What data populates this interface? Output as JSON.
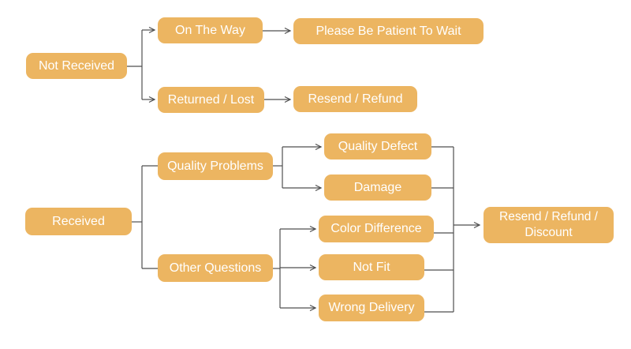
{
  "diagram": {
    "type": "flowchart",
    "topic": "After-sale resolution flow for received / not received orders",
    "colors": {
      "background": "#FFFFFF",
      "node_fill": "#ECB561",
      "node_text": "#FFFFFF",
      "connector": "#4F4F4F"
    },
    "nodes": {
      "not_received": {
        "label": "Not Received"
      },
      "on_the_way": {
        "label": "On The Way"
      },
      "please_wait": {
        "label": "Please Be Patient To Wait"
      },
      "returned_lost": {
        "label": "Returned / Lost"
      },
      "resend_refund": {
        "label": "Resend / Refund"
      },
      "received": {
        "label": "Received"
      },
      "quality_problems": {
        "label": "Quality Problems"
      },
      "other_questions": {
        "label": "Other Questions"
      },
      "quality_defect": {
        "label": "Quality Defect"
      },
      "damage": {
        "label": "Damage"
      },
      "color_difference": {
        "label": "Color Difference"
      },
      "not_fit": {
        "label": "Not Fit"
      },
      "wrong_delivery": {
        "label": "Wrong Delivery"
      },
      "resend_refund_discount": {
        "label": "Resend / Refund / Discount"
      }
    },
    "edges": [
      {
        "from": "not_received",
        "to": "on_the_way",
        "arrow": true
      },
      {
        "from": "not_received",
        "to": "returned_lost",
        "arrow": true
      },
      {
        "from": "on_the_way",
        "to": "please_wait",
        "arrow": true
      },
      {
        "from": "returned_lost",
        "to": "resend_refund",
        "arrow": true
      },
      {
        "from": "received",
        "to": "quality_problems",
        "arrow": false
      },
      {
        "from": "received",
        "to": "other_questions",
        "arrow": false
      },
      {
        "from": "quality_problems",
        "to": "quality_defect",
        "arrow": true
      },
      {
        "from": "quality_problems",
        "to": "damage",
        "arrow": true
      },
      {
        "from": "other_questions",
        "to": "color_difference",
        "arrow": true
      },
      {
        "from": "other_questions",
        "to": "not_fit",
        "arrow": true
      },
      {
        "from": "other_questions",
        "to": "wrong_delivery",
        "arrow": true
      },
      {
        "from": "quality_defect",
        "to": "resend_refund_discount",
        "arrow": true
      },
      {
        "from": "damage",
        "to": "resend_refund_discount",
        "arrow": true
      },
      {
        "from": "color_difference",
        "to": "resend_refund_discount",
        "arrow": true
      },
      {
        "from": "not_fit",
        "to": "resend_refund_discount",
        "arrow": true
      },
      {
        "from": "wrong_delivery",
        "to": "resend_refund_discount",
        "arrow": true
      }
    ]
  }
}
